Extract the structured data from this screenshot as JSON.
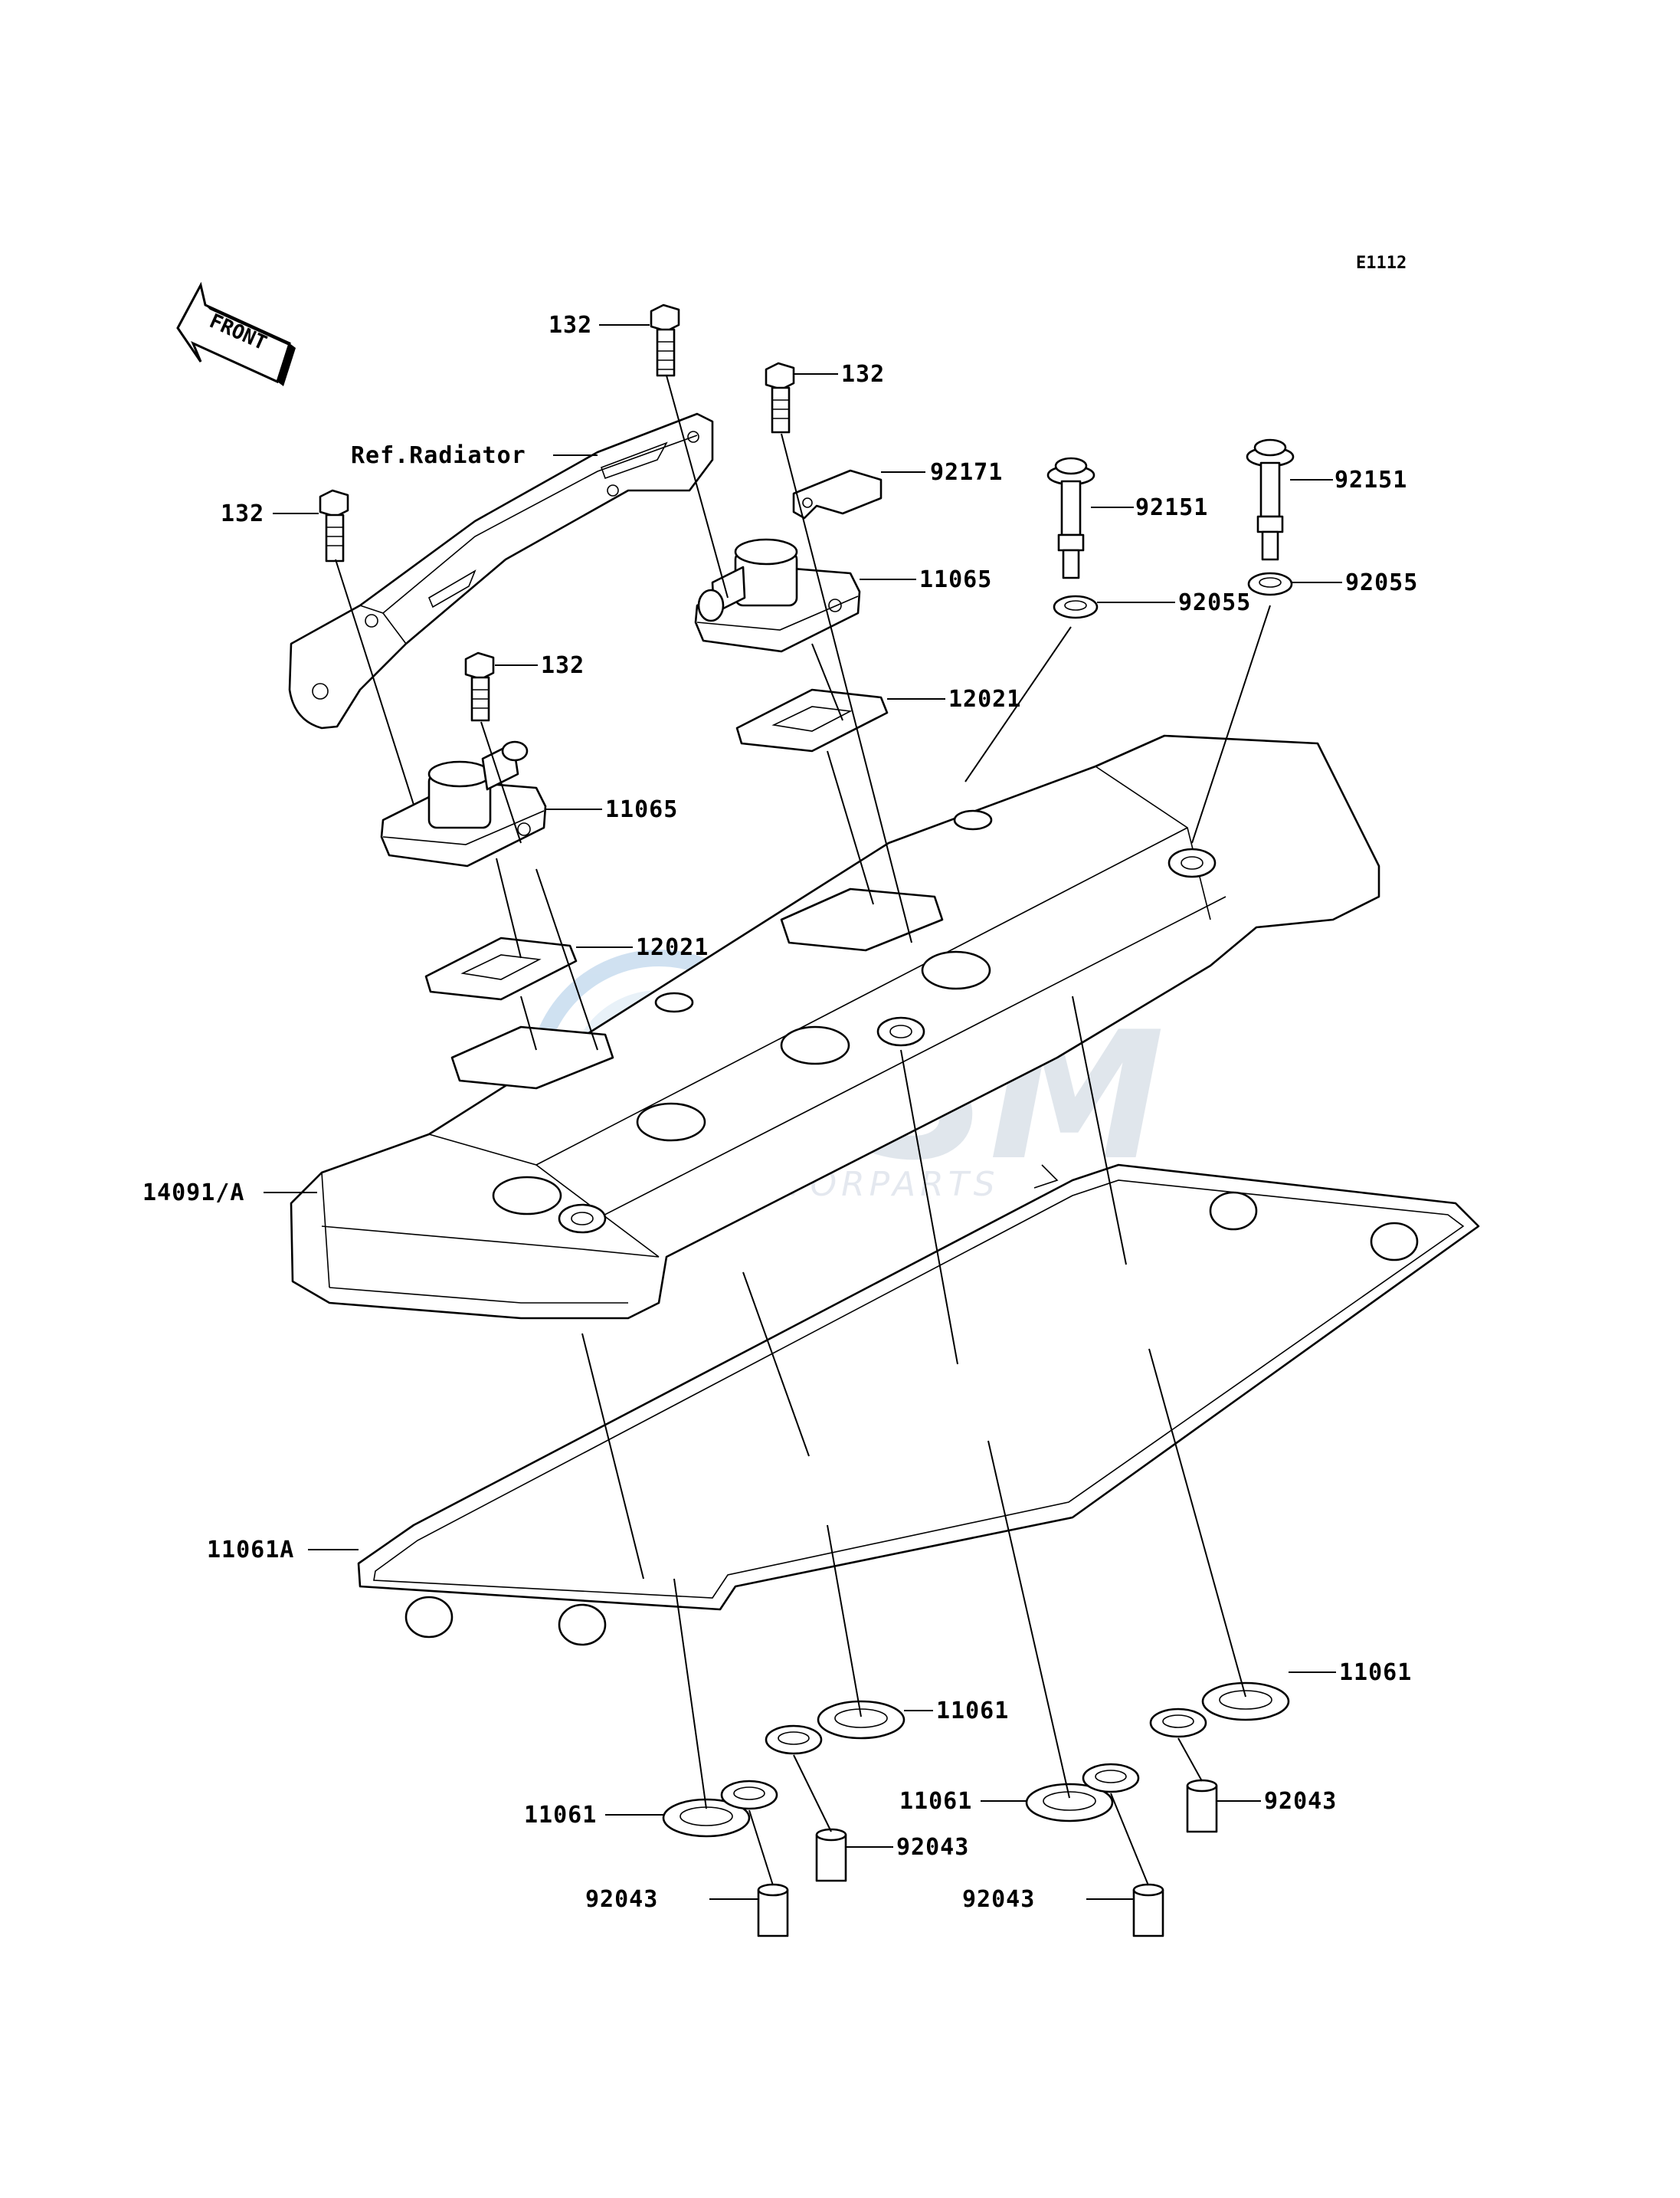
{
  "diagram_code": "E1112",
  "front_arrow": {
    "text": "FRONT"
  },
  "watermark": {
    "brand": "OSM",
    "sub": "MOTORPARTS",
    "color": "#3d8fd4"
  },
  "callouts": {
    "bolt_top_left": "132",
    "bolt_top_mid": "132",
    "bolt_left": "132",
    "bolt_cap_left": "132",
    "ref_radiator": "Ref.Radiator",
    "clamp": "92171",
    "stud_mid": "92151",
    "stud_right": "92151",
    "cap_right": "11065",
    "cap_left": "11065",
    "washer_mid": "92055",
    "washer_right": "92055",
    "gasket_right": "12021",
    "gasket_left": "12021",
    "cylinder_head_cover": "14091/A",
    "head_cover_gasket": "11061A",
    "seal_1": "11061",
    "seal_2": "11061",
    "seal_3": "11061",
    "seal_4": "11061",
    "sleeve_1": "92043",
    "sleeve_2": "92043",
    "sleeve_3": "92043",
    "sleeve_4": "92043"
  }
}
